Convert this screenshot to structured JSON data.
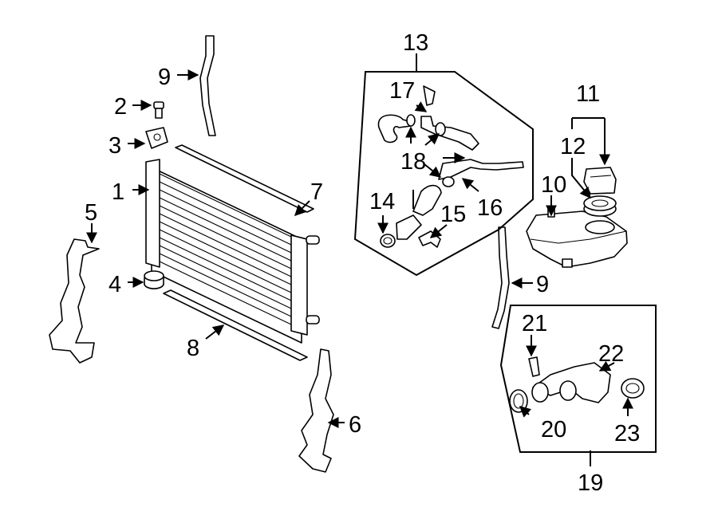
{
  "callouts": {
    "c1": "1",
    "c2": "2",
    "c3": "3",
    "c4": "4",
    "c5": "5",
    "c6": "6",
    "c7": "7",
    "c8": "8",
    "c9a": "9",
    "c9b": "9",
    "c10": "10",
    "c11": "11",
    "c12": "12",
    "c13": "13",
    "c14": "14",
    "c15": "15",
    "c16": "16",
    "c17": "17",
    "c18": "18",
    "c19": "19",
    "c20": "20",
    "c21": "21",
    "c22": "22",
    "c23": "23"
  },
  "colors": {
    "line": "#000000",
    "background": "#ffffff"
  }
}
